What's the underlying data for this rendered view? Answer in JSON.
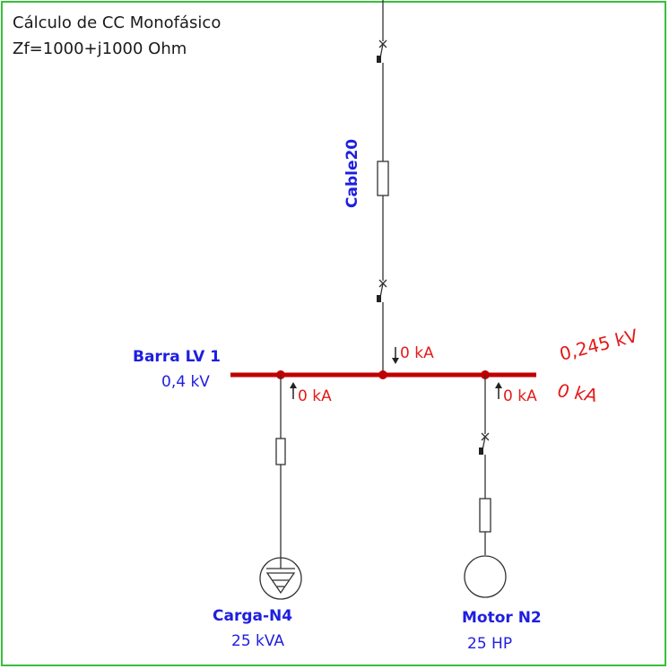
{
  "header": {
    "title": "Cálculo  de  CC  Monofásico",
    "impedance": "Zf=1000+j1000  Ohm"
  },
  "colors": {
    "frame": "#38c138",
    "bus": "#c00000",
    "label_blue": "#1e1ee0",
    "result_red": "#e41a1a",
    "wire": "#333333"
  },
  "bus": {
    "name": "Barra LV 1",
    "voltage": "0,4 kV",
    "fault_voltage": "0,245 kV",
    "fault_current": "0 kA"
  },
  "cable": {
    "name": "Cable20",
    "current": "0 kA"
  },
  "load": {
    "name": "Carga-N4",
    "rating": "25 kVA",
    "current": "0 kA",
    "icon": "load-icon"
  },
  "motor": {
    "name": "Motor N2",
    "rating": "25 HP",
    "current": "0 kA",
    "icon": "motor-icon"
  }
}
